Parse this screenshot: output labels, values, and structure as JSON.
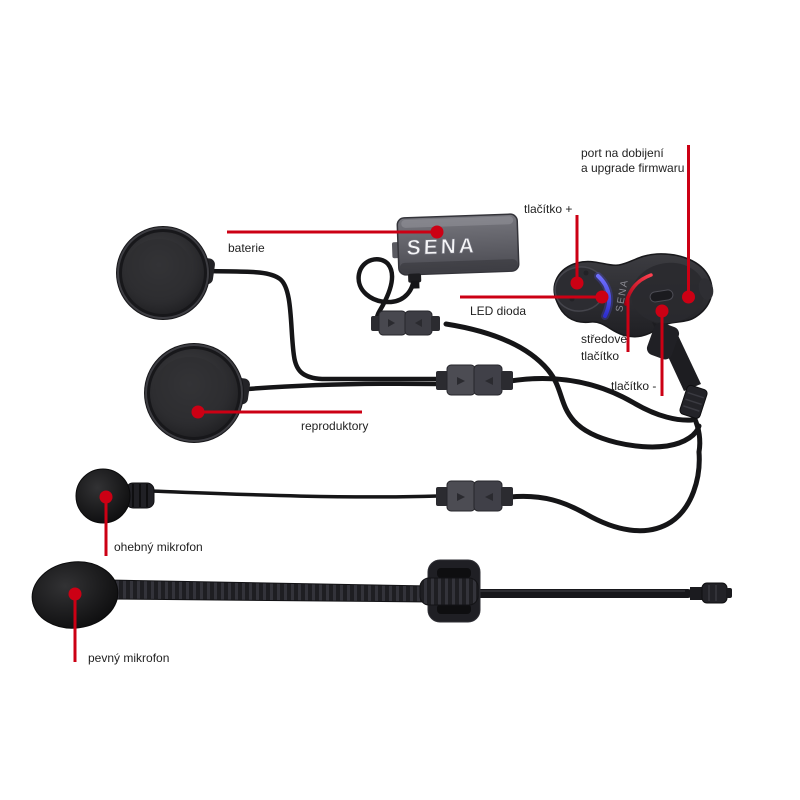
{
  "figure": {
    "background_color": "#ffffff",
    "accent_color": "#cc0014",
    "brand": "SENA",
    "brand_on_unit": "SENA",
    "labels": {
      "charging_port_line1": "port na dobijení",
      "charging_port_line2": "a upgrade firmwaru",
      "plus_button": "tlačítko +",
      "led": "LED dioda",
      "center_button_line1": "středové",
      "center_button_line2": "tlačítko",
      "minus_button": "tlačítko -",
      "battery": "baterie",
      "speakers": "reproduktory",
      "flexible_mic": "ohebný mikrofon",
      "wired_mic": "pevný mikrofon"
    }
  }
}
